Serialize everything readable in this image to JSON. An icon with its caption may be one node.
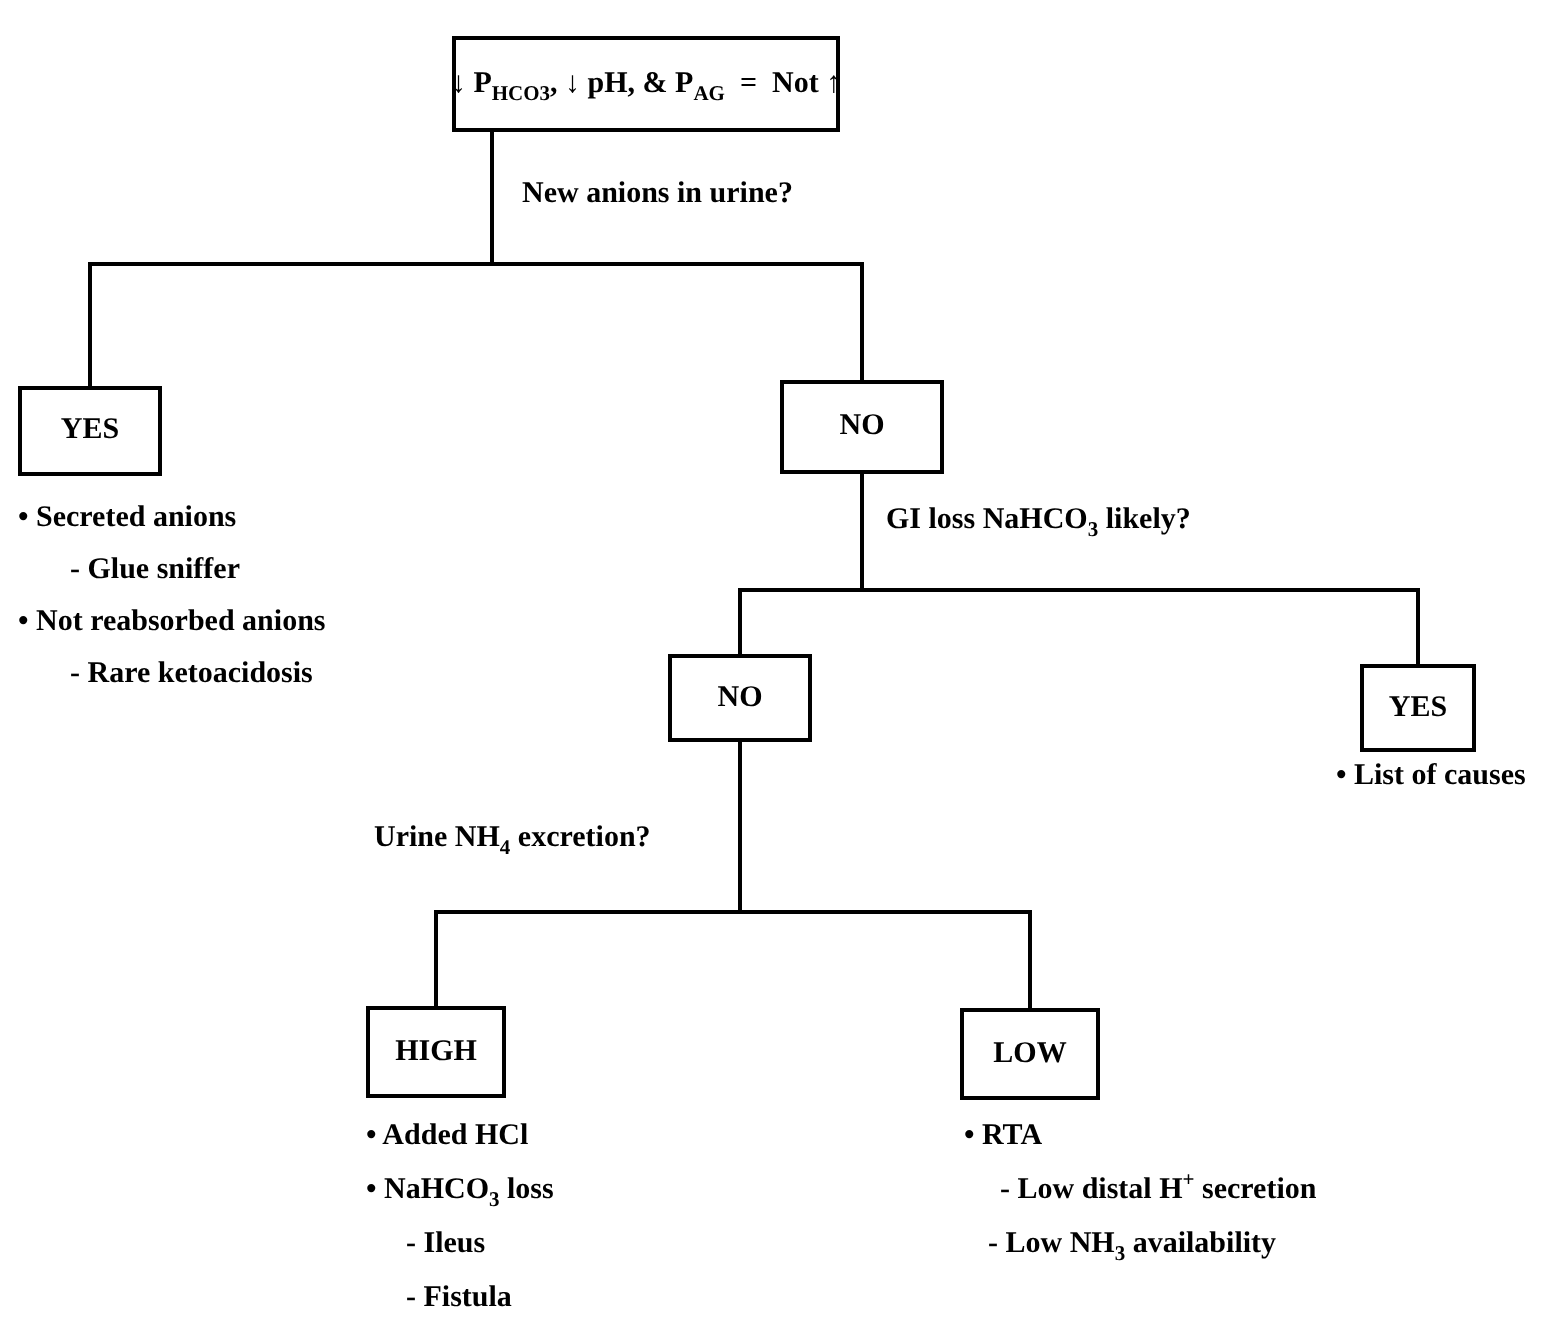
{
  "diagram": {
    "nodes": [
      {
        "text": [
          "↓ P$_{HCO3}$, ↓ pH, & P$_{AG}$  =  Not ↑"
        ]
      },
      {
        "text": [
          "YES"
        ],
        "beside": [
          "• Secreted anions",
          "- Glue sniffer",
          "• Not reabsorbed anions",
          "- Rare ketoacidosis"
        ]
      },
      {
        "text": [
          "NO"
        ]
      },
      {
        "text": [
          "NO"
        ]
      },
      {
        "text": [
          "YES"
        ],
        "beside": [
          "• List of causes"
        ]
      },
      {
        "text": [
          "HIGH"
        ],
        "beside": [
          "• Added HCl",
          "• NaHCO$_{3}$  loss",
          "- Ileus",
          "- Fistula"
        ]
      },
      {
        "text": [
          "LOW"
        ],
        "beside": [
          "• RTA",
          "- Low distal H$^{+}$ secretion",
          "- Low NH$_{3}$ availability"
        ]
      }
    ],
    "edges": [
      {
        "from": 0,
        "to": 1,
        "arrow": "none"
      },
      {
        "from": 0,
        "to": 2,
        "arrow": "none"
      },
      {
        "from": 2,
        "to": 3,
        "arrow": "none"
      },
      {
        "from": 2,
        "to": 4,
        "arrow": "none"
      },
      {
        "from": 3,
        "to": 5,
        "arrow": "none"
      },
      {
        "from": 3,
        "to": 6,
        "arrow": "none"
      }
    ],
    "labels": [
      "New anions in urine?",
      "GI loss NaHCO$_{3}$ likely?",
      "Urine NH$_{4}$  excretion?"
    ]
  }
}
